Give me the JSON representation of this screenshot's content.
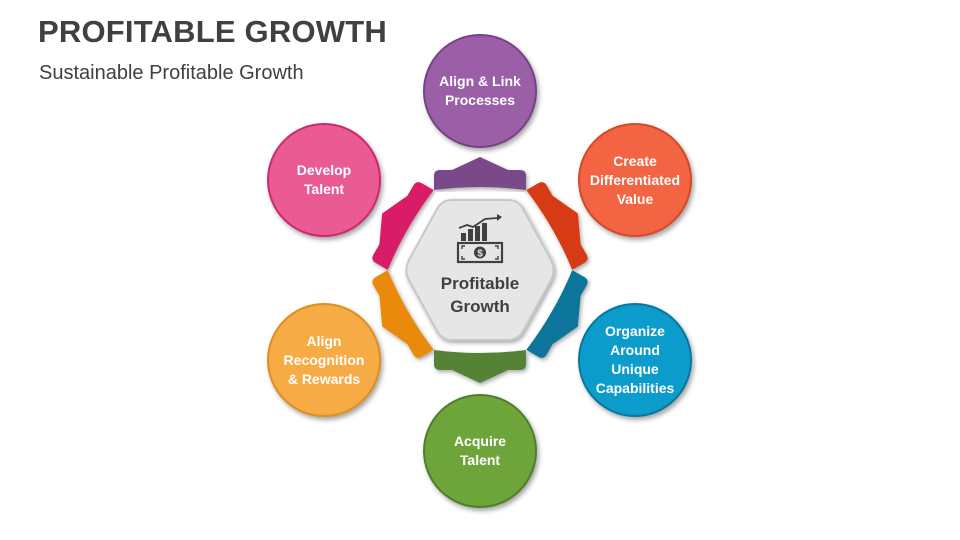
{
  "header": {
    "title": "PROFITABLE GROWTH",
    "subtitle": "Sustainable Profitable Growth"
  },
  "center": {
    "label": "Profitable\nGrowth",
    "icon": "money-growth-chart-icon",
    "fill": "#e6e6e6",
    "text_color": "#404040"
  },
  "nodes": [
    {
      "label": "Align & Link\nProcesses",
      "fill": "#9b5fa8",
      "border": "#7a4088",
      "segment_color": "#7a4a8a",
      "position": "top"
    },
    {
      "label": "Create\nDifferentiated\nValue",
      "fill": "#f26442",
      "border": "#d8472a",
      "segment_color": "#d63a13",
      "position": "top-right"
    },
    {
      "label": "Organize\nAround\nUnique\nCapabilities",
      "fill": "#0c9ccc",
      "border": "#08779e",
      "segment_color": "#0b7599",
      "position": "bottom-right"
    },
    {
      "label": "Acquire\nTalent",
      "fill": "#6ea53a",
      "border": "#4f7f29",
      "segment_color": "#548235",
      "position": "bottom"
    },
    {
      "label": "Align\nRecognition\n& Rewards",
      "fill": "#f7ab45",
      "border": "#e08e1f",
      "segment_color": "#ea8a0c",
      "position": "bottom-left"
    },
    {
      "label": "Develop\nTalent",
      "fill": "#ea5a93",
      "border": "#cc2a6c",
      "segment_color": "#d81f68",
      "position": "top-left"
    }
  ]
}
